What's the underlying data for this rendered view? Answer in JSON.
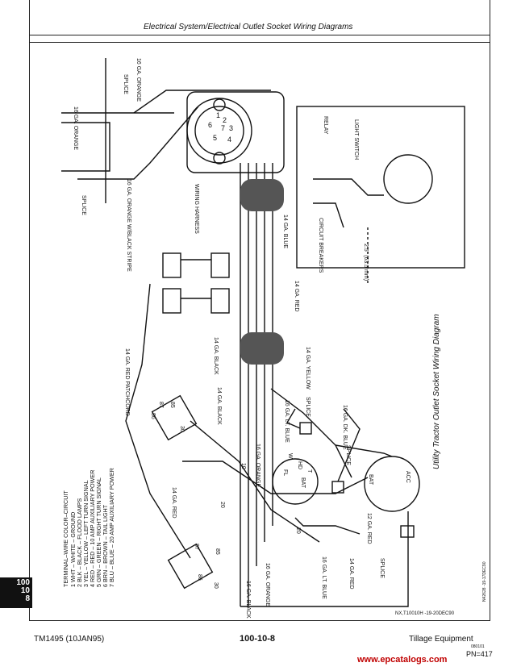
{
  "header": {
    "title": "Electrical System/Electrical Outlet Socket Wiring Diagrams"
  },
  "tab": {
    "line1": "100",
    "line2": "10",
    "line3": "8"
  },
  "footer": {
    "manual": "TM1495 (10JAN95)",
    "page": "100-10-8",
    "section": "Tillage Equipment",
    "code": "080101",
    "pn": "PN=417",
    "figure_id": "NX,T10010H   -19-20DEC90"
  },
  "watermark": "www.epcatalogs.com",
  "diagram": {
    "caption": "Utility Tractor Outlet Socket Wiring Diagram",
    "side_ref": "N42628   -19-17DEC90",
    "legend": [
      "TERMINAL–WIRE COLOR–CIRCUIT",
      "1 WHT – WHITE – GROUND",
      "2 BLK – BLACK – FLOOD LAMPS",
      "3 YEL – YELLOW – LEFT TURN SIGNAL",
      "4 RED – RED – 10 AMP AUXILIARY POWER",
      "5 GRN – GREEN – RIGHT TURN SIGNAL",
      "6 BRN – BROWN – TAIL LIGHT",
      "7 BLU – BLUE – 20 AMP AUXILIARY POWER"
    ],
    "labels": {
      "orange_top_left": "16 GA. ORANGE",
      "orange_top_right": "16 GA. ORANGE",
      "splice_top": "SPLICE",
      "splice_left": "SPLICE",
      "orange_black_stripe": "16 GA. ORANGE W/BLACK STRIPE",
      "wiring_harness": "WIRING HARNESS",
      "blue_14": "14 GA. BLUE",
      "red_14": "14 GA. RED",
      "black_14": "14 GA. BLACK",
      "yellow_14": "14 GA. YELLOW",
      "red_patchcord": "14 GA. RED PATCHCORD",
      "black_14_lower": "14 GA. BLACK",
      "lt_blue_16": "16 GA. LT. BLUE",
      "splice_mid": "SPLICE",
      "dk_blue_16": "16 GA. DK. BLUE",
      "orange_16": "16 GA. ORANGE",
      "splice_right": "SPLICE",
      "red_14_left": "14 GA. RED",
      "red_12": "12 GA. RED",
      "lt_blue_16_bottom": "16 GA. LT. BLUE",
      "red_14_bottom": "14 GA. RED",
      "splice_bottom": "SPLICE",
      "black_16": "16 GA. BLACK",
      "orange_16_bottom": "16 GA. ORANGE",
      "relay": "RELAY",
      "light_switch": "LIGHT SWITCH",
      "circuit_breakers": "CIRCUIT BREAKERS",
      "dimension": "2.5\" (63.5 mm)",
      "bat": "BAT",
      "acc": "ACC",
      "term_86_top": "86",
      "term_87_top": "87",
      "term_85_top": "85",
      "term_30_top": "30",
      "term_87_bot": "87",
      "term_85_bot": "85",
      "term_86_bot": "86",
      "term_30_bot": "30",
      "term_20_a": "20",
      "term_20_b": "20",
      "term_10": "10",
      "switch_fl": "FL",
      "switch_w": "W",
      "switch_hd": "HD",
      "switch_bat": "BAT",
      "switch_t": "T",
      "pin_1": "1",
      "pin_2": "2",
      "pin_3": "3",
      "pin_4": "4",
      "pin_5": "5",
      "pin_6": "6",
      "pin_7": "7"
    }
  }
}
